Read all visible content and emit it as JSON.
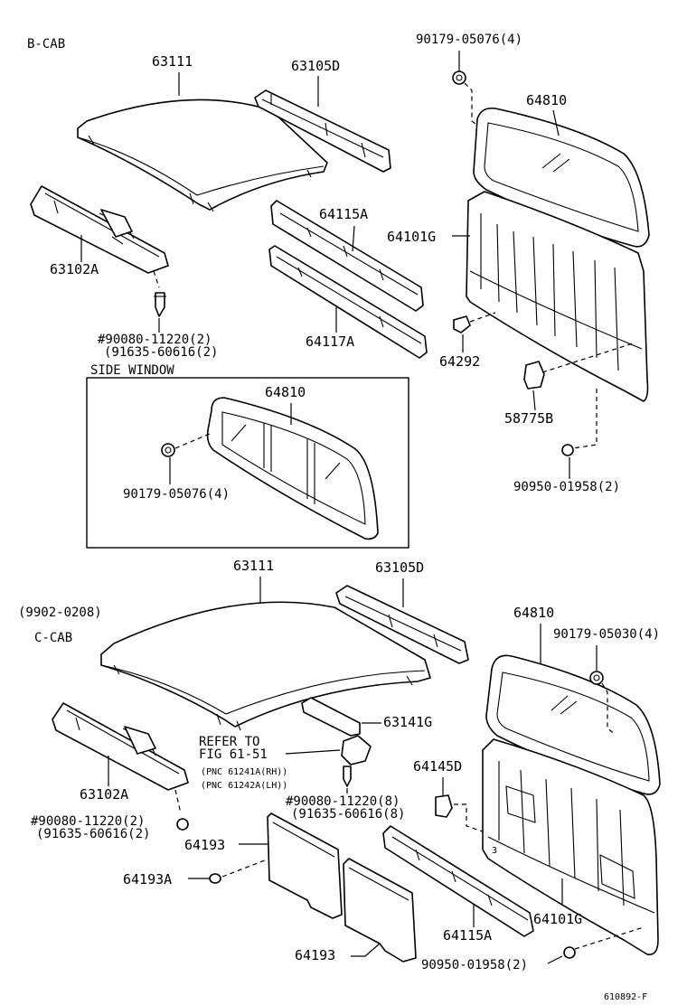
{
  "sections": {
    "b_cab": "B-CAB",
    "side_window": "SIDE WINDOW",
    "date_range": "(9902-0208)",
    "c_cab": "C-CAB"
  },
  "labels": {
    "b_63111": "63111",
    "b_63105d": "63105D",
    "b_90179_05076": "90179-05076(4)",
    "b_64810": "64810",
    "b_64115a": "64115A",
    "b_64101g": "64101G",
    "b_63102a": "63102A",
    "b_64117a": "64117A",
    "b_90080_11220": "#90080-11220(2)",
    "b_91635_60616": "(91635-60616(2)",
    "b_64292": "64292",
    "sw_64810": "64810",
    "sw_90179_05076": "90179-05076(4)",
    "b_58775b": "58775B",
    "b_90950_01958": "90950-01958(2)",
    "c_63111": "63111",
    "c_63105d": "63105D",
    "c_64810": "64810",
    "c_90179_05030": "90179-05030(4)",
    "c_63141g": "63141G",
    "c_refer_to": "REFER TO",
    "c_fig": "FIG 61-51",
    "c_pnc_rh": "(PNC 61241A(RH))",
    "c_pnc_lh": "(PNC 61242A(LH))",
    "c_64145d": "64145D",
    "c_90080_11220": "#90080-11220(8)",
    "c_91635_60616": "(91635-60616(8)",
    "c_63102a": "63102A",
    "c_90080_11220_2": "#90080-11220(2)",
    "c_91635_60616_2": "(91635-60616(2)",
    "c_64193_a": "64193",
    "c_64193a": "64193A",
    "c_64101g": "64101G",
    "c_64115a": "64115A",
    "c_64193_b": "64193",
    "c_90950_01958": "90950-01958(2)",
    "figure_id": "610892-F"
  }
}
